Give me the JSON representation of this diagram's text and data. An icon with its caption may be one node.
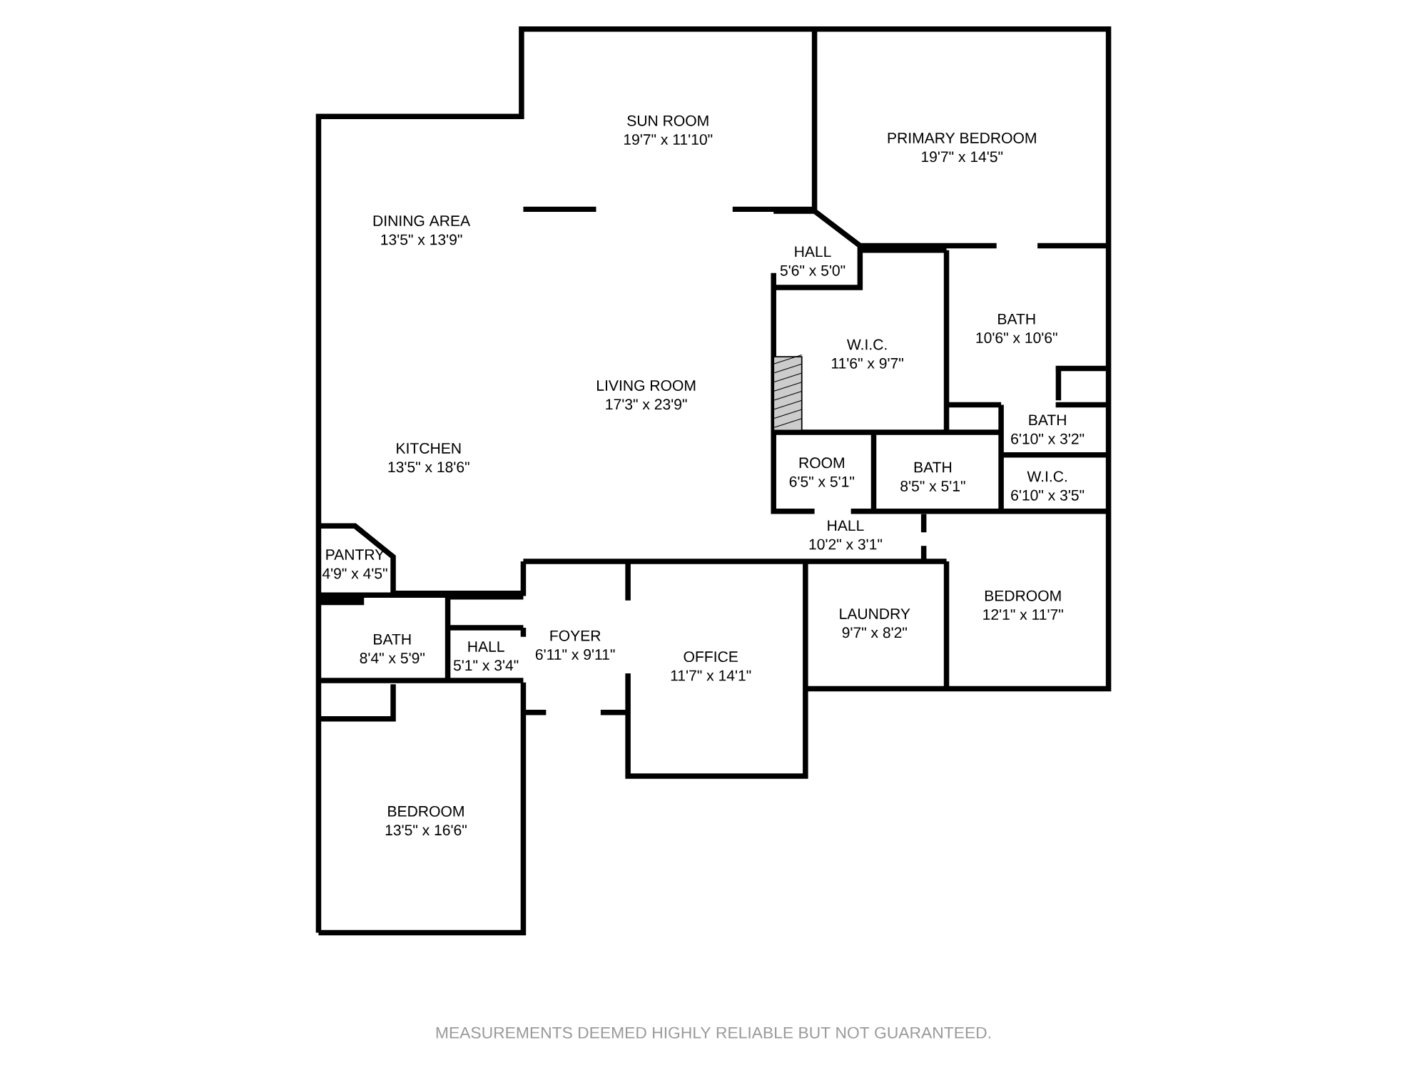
{
  "diagram": {
    "nodes": [
      {
        "text": [
          "SUN ROOM",
          "19'7\" x 11'10\""
        ]
      },
      {
        "text": [
          "PRIMARY BEDROOM",
          "19'7\" x 14'5\""
        ]
      },
      {
        "text": [
          "DINING AREA",
          "13'5\" x 13'9\""
        ]
      },
      {
        "text": [
          "HALL",
          "5'6\" x 5'0\""
        ]
      },
      {
        "text": [
          "W.I.C.",
          "11'6\" x 9'7\""
        ]
      },
      {
        "text": [
          "BATH",
          "10'6\" x 10'6\""
        ]
      },
      {
        "text": [
          "LIVING ROOM",
          "17'3\" x 23'9\""
        ]
      },
      {
        "text": [
          "BATH",
          "6'10\" x 3'2\""
        ]
      },
      {
        "text": [
          "KITCHEN",
          "13'5\" x 18'6\""
        ]
      },
      {
        "text": [
          "ROOM",
          "6'5\" x 5'1\""
        ]
      },
      {
        "text": [
          "BATH",
          "8'5\" x 5'1\""
        ]
      },
      {
        "text": [
          "W.I.C.",
          "6'10\" x 3'5\""
        ]
      },
      {
        "text": [
          "HALL",
          "10'2\" x 3'1\""
        ]
      },
      {
        "text": [
          "PANTRY",
          "4'9\" x 4'5\""
        ]
      },
      {
        "text": [
          "BEDROOM",
          "12'1\" x 11'7\""
        ]
      },
      {
        "text": [
          "LAUNDRY",
          "9'7\" x 8'2\""
        ]
      },
      {
        "text": [
          "FOYER",
          "6'11\" x 9'11\""
        ]
      },
      {
        "text": [
          "BATH",
          "8'4\" x 5'9\""
        ]
      },
      {
        "text": [
          "OFFICE",
          "11'7\" x 14'1\""
        ]
      },
      {
        "text": [
          "HALL",
          "5'1\" x 3'4\""
        ]
      },
      {
        "text": [
          "BEDROOM",
          "13'5\" x 16'6\""
        ]
      }
    ],
    "labels": [
      "MEASUREMENTS DEEMED HIGHLY RELIABLE BUT NOT GUARANTEED."
    ]
  }
}
